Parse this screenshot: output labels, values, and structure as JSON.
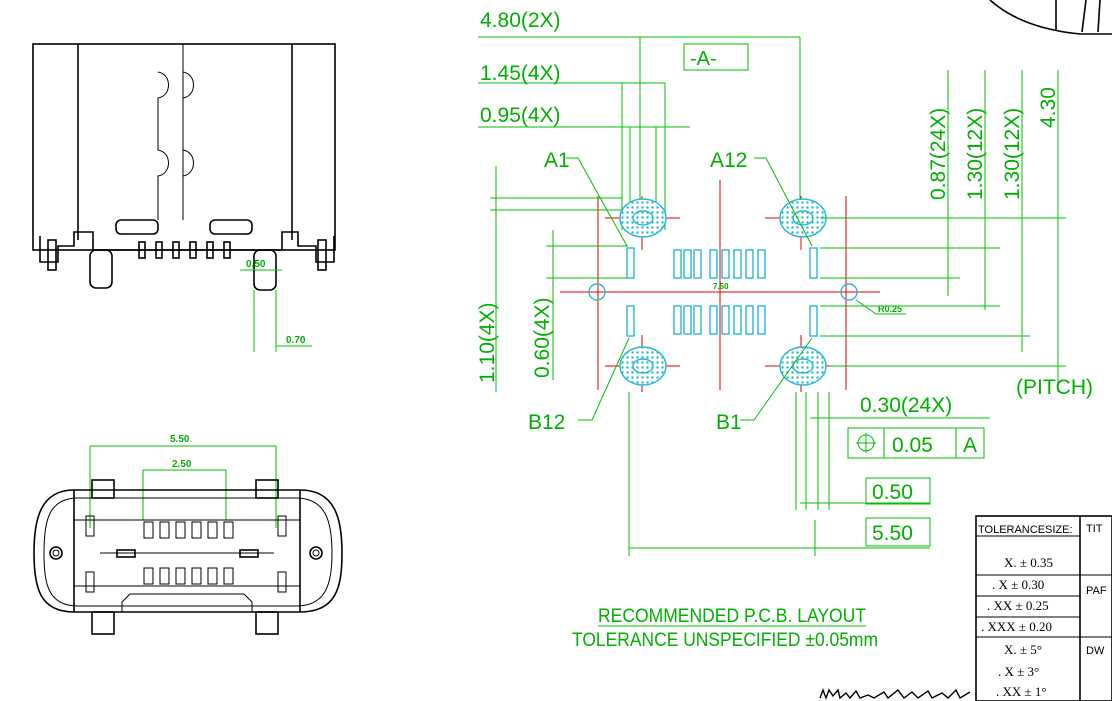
{
  "colors": {
    "dimension": "#00b000",
    "centerline": "#e00000",
    "pad": "#27b9d6",
    "outline": "#000000",
    "background": "#ffffff"
  },
  "side_view": {
    "dim_small": "0.50",
    "dim_offset": "0.70"
  },
  "top_view": {
    "dim_outer": "5.50",
    "dim_inner": "2.50"
  },
  "pcb_layout": {
    "dim_top_width": "4.80(2X)",
    "dim_pad_width_a": "1.45(4X)",
    "dim_pad_width_b": "0.95(4X)",
    "datum_a": "-A-",
    "pin_a1": "A1",
    "pin_a12": "A12",
    "pin_b12": "B12",
    "pin_b1": "B1",
    "dim_v_087": "0.87(24X)",
    "dim_v_130a": "1.30(12X)",
    "dim_v_130b": "1.30(12X)",
    "dim_v_430": "4.30",
    "dim_left_110": "1.10(4X)",
    "dim_left_060": "0.60(4X)",
    "dim_center": "7.50",
    "dim_radius": "R0.25",
    "pitch": "(PITCH)",
    "dim_030": "0.30(24X)",
    "tol_position": "0.05",
    "tol_datum": "A",
    "dim_050": "0.50",
    "dim_550": "5.50",
    "note_line1": "RECOMMENDED   P.C.B.  LAYOUT",
    "note_line2": "TOLERANCE  UNSPECIFIED  ±0.05mm"
  },
  "title_block": {
    "header": "TOLERANCESIZE:",
    "rows": [
      "X.  ± 0.35",
      ". X  ± 0.30",
      ". XX ± 0.25",
      ". XXX ± 0.20",
      "X.  ± 5°",
      ". X  ± 3°",
      ". XX ± 1°"
    ],
    "title_label": "TIT",
    "part_label": "PAF",
    "dwg_label": "DW"
  }
}
